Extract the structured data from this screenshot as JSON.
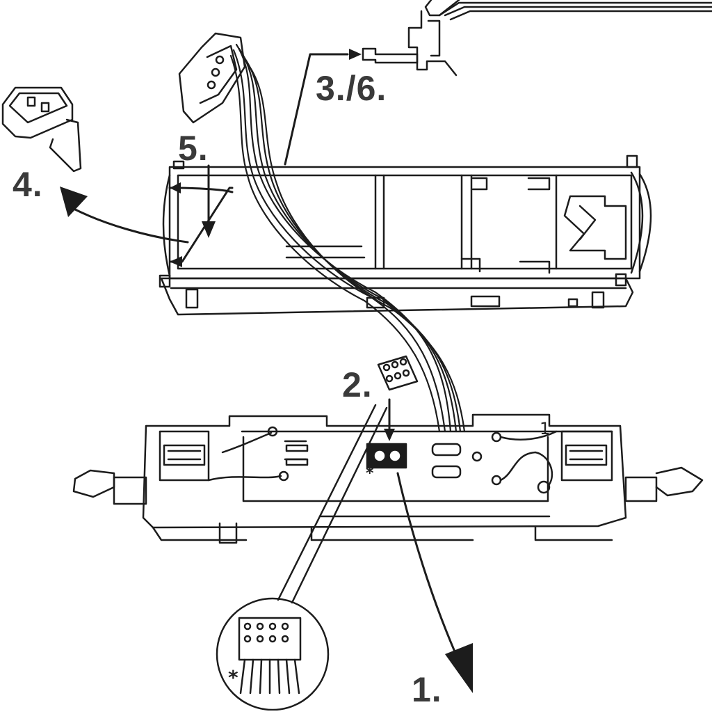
{
  "steps": {
    "s1": "1.",
    "s2": "2.",
    "s3_6": "3./6.",
    "s4": "4.",
    "s5": "5."
  },
  "callouts": {
    "wire_mark": "1",
    "asterisk": "*"
  },
  "colors": {
    "ink": "#1c1c1c",
    "label": "#3a3a3a",
    "paper": "#ffffff"
  }
}
